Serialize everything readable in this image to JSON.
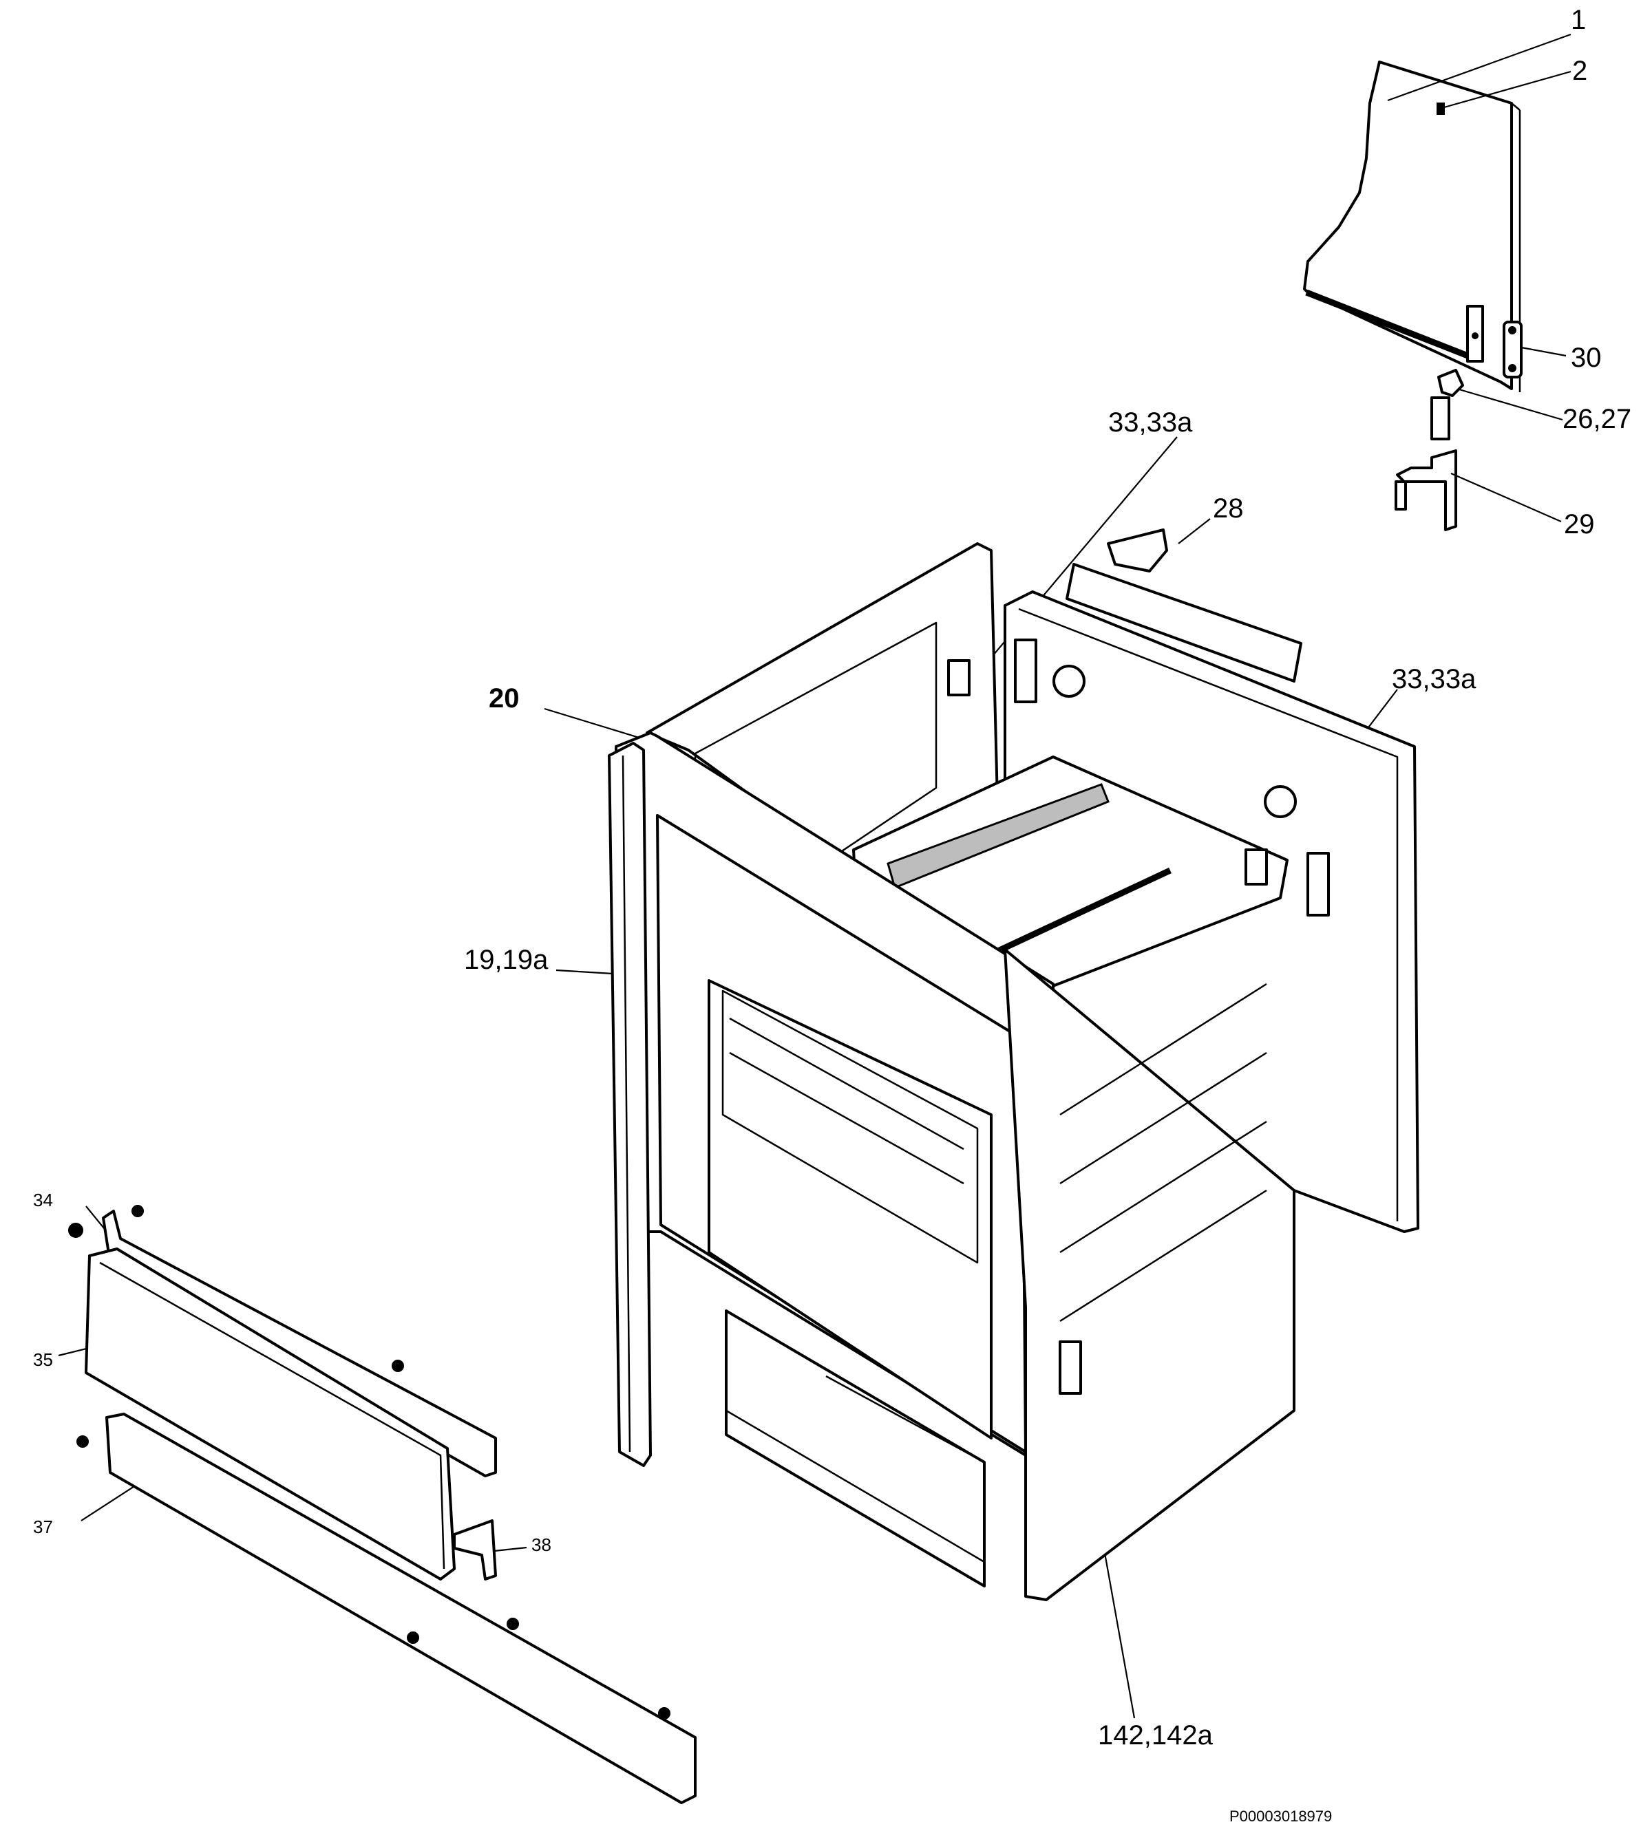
{
  "labels": {
    "p1": "1",
    "p2": "2",
    "p30": "30",
    "p26_27": "26,27",
    "p29": "29",
    "p28": "28",
    "p33_top": "33,33a",
    "p33_right": "33,33a",
    "p20": "20",
    "p19": "19,19a",
    "p34": "34",
    "p35": "35",
    "p37": "37",
    "p38": "38",
    "p142": "142,142a"
  },
  "footer": {
    "code": "P00003018979"
  }
}
